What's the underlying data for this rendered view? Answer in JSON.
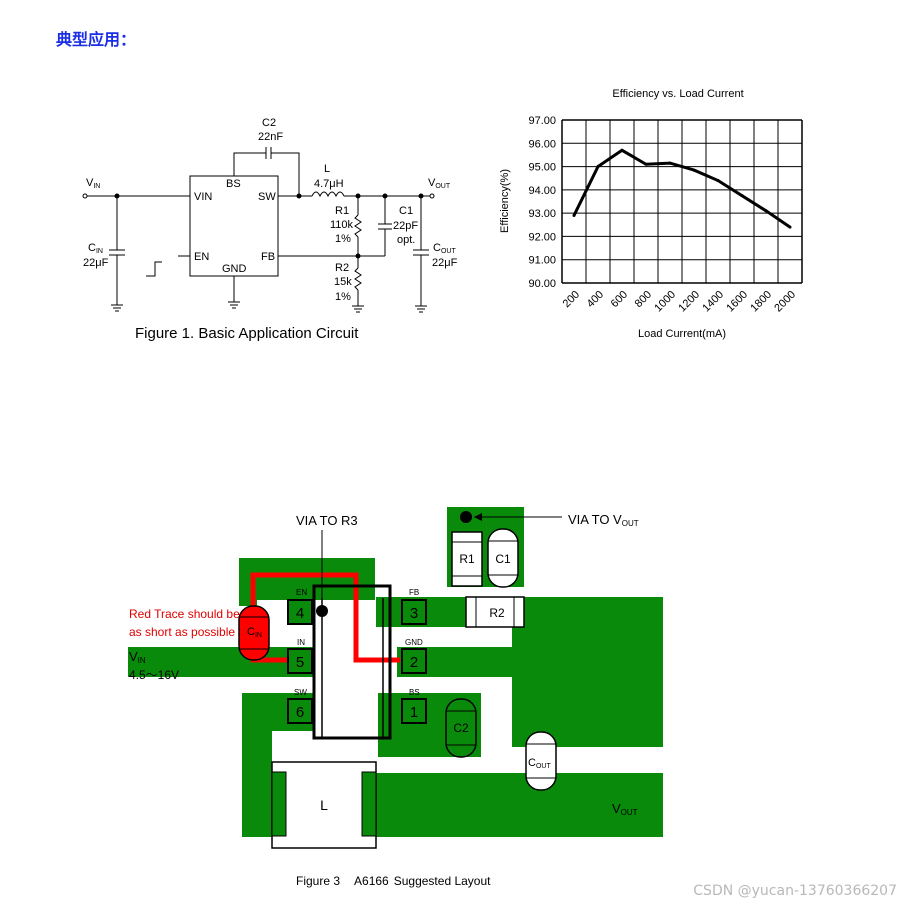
{
  "heading": "典型应用：",
  "circuit": {
    "caption": "Figure 1. Basic Application Circuit",
    "pins": {
      "bs": "BS",
      "sw": "SW",
      "vin": "VIN",
      "en": "EN",
      "fb": "FB",
      "gnd": "GND"
    },
    "c2_name": "C2",
    "c2_value": "22nF",
    "l_name": "L",
    "l_value": "4.7μH",
    "r1_name": "R1",
    "r1_value": "110k",
    "r1_tol": "1%",
    "r2_name": "R2",
    "r2_value": "15k",
    "r2_tol": "1%",
    "c1_name": "C1",
    "c1_value": "22pF",
    "c1_note": "opt.",
    "cin_name": "C",
    "cin_sub": "IN",
    "cin_value": "22μF",
    "cout_name": "C",
    "cout_sub": "OUT",
    "cout_value": "22μF",
    "vin_label": "V",
    "vin_sub": "IN",
    "vout_label": "V",
    "vout_sub": "OUT"
  },
  "chart_data": {
    "type": "line",
    "title": "Efficiency vs. Load Current",
    "xlabel": "Load Current(mA)",
    "ylabel": "Efficiency(%)",
    "x_ticks": [
      "200",
      "400",
      "600",
      "800",
      "1000",
      "1200",
      "1400",
      "1600",
      "1800",
      "2000"
    ],
    "y_ticks": [
      "90.00",
      "91.00",
      "92.00",
      "93.00",
      "94.00",
      "95.00",
      "96.00",
      "97.00"
    ],
    "xlim": [
      100,
      2100
    ],
    "ylim": [
      90,
      97
    ],
    "grid": true,
    "series": [
      {
        "x": [
          200,
          400,
          600,
          800,
          1000,
          1200,
          1400,
          1600,
          1800,
          2000
        ],
        "y": [
          92.9,
          95.0,
          95.7,
          95.1,
          95.15,
          94.85,
          94.4,
          93.75,
          93.1,
          92.4
        ]
      }
    ]
  },
  "layout_fig": {
    "caption_fig": "Figure 3",
    "caption_part": "A6166",
    "caption_text": "Suggested Layout",
    "via_r3": "VIA TO R3",
    "via_vout": "VIA TO V",
    "via_vout_sub": "OUT",
    "red_note_1": "Red Trace should be",
    "red_note_2": "as short as possible",
    "vin_label": "V",
    "vin_sub": "IN",
    "vin_range": "4.5～16V",
    "vout_label": "V",
    "vout_sub": "OUT",
    "cin_label": "C",
    "cin_sub": "IN",
    "cout_label": "C",
    "cout_sub": "OUT",
    "pins": [
      {
        "num": "4",
        "name": "EN"
      },
      {
        "num": "5",
        "name": "IN"
      },
      {
        "num": "6",
        "name": "SW"
      },
      {
        "num": "3",
        "name": "FB"
      },
      {
        "num": "2",
        "name": "GND"
      },
      {
        "num": "1",
        "name": "BS"
      }
    ],
    "r1": "R1",
    "c1": "C1",
    "r2": "R2",
    "c2": "C2",
    "l": "L"
  },
  "watermark": "CSDN @yucan-13760366207",
  "colors": {
    "heading": "#1a2ee6",
    "copper": "#0a8a0a",
    "trace": "#ff0000",
    "note": "#e00000"
  }
}
